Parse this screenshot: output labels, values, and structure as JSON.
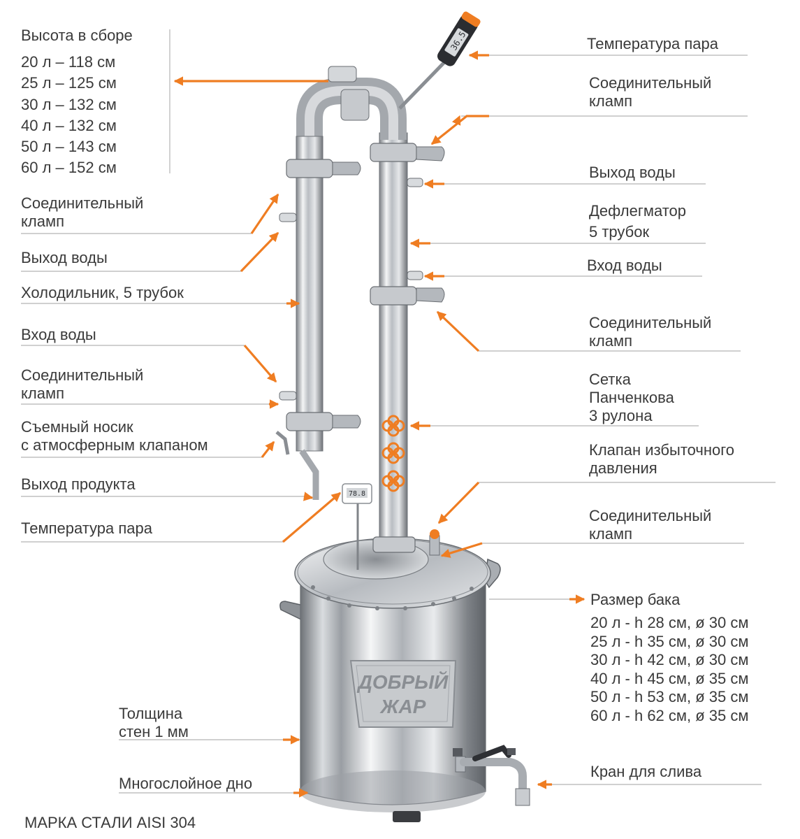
{
  "colors": {
    "arrow": "#ef7d22",
    "leader": "#b4b4b4",
    "text": "#3a3a3a",
    "steel_dark": "#8c8f94",
    "steel_light": "#eef0f2"
  },
  "left": {
    "height_title": "Высота в сборе",
    "heights": [
      "20 л – 118 см",
      "25 л – 125 см",
      "30 л – 132 см",
      "40 л – 132 см",
      "50 л – 143 см",
      "60 л – 152 см"
    ],
    "clamp1": [
      "Соединительный",
      "кламп"
    ],
    "water_out": "Выход воды",
    "cooler": "Холодильник, 5 трубок",
    "water_in": "Вход воды",
    "clamp2": [
      "Соединительный",
      "кламп"
    ],
    "spout": [
      "Съемный носик",
      "с атмосферным клапаном"
    ],
    "product_out": "Выход продукта",
    "steam_temp": "Температура пара",
    "wall": [
      "Толщина",
      "стен 1 мм"
    ],
    "bottom": "Многослойное дно",
    "steel_grade": "МАРКА СТАЛИ AISI 304"
  },
  "right": {
    "steam_temp": "Температура пара",
    "clamp_top": [
      "Соединительный",
      "кламп"
    ],
    "water_out": "Выход воды",
    "dephlegmator": [
      "Дефлегматор",
      "5 трубок"
    ],
    "water_in": "Вход воды",
    "clamp_mid": [
      "Соединительный",
      "кламп"
    ],
    "mesh": [
      "Сетка",
      "Панченкова",
      "3 рулона"
    ],
    "valve": [
      "Клапан избыточного",
      "давления"
    ],
    "clamp_low": [
      "Соединительный",
      "кламп"
    ],
    "tank_title": "Размер бака",
    "tank_sizes": [
      "20 л - h 28 см, ø 30 см",
      "25 л - h 35 см, ø 30 см",
      "30 л - h 42 см, ø 30 см",
      "40 л - h 45 см, ø 35 см",
      "50 л - h 53 см, ø 35 см",
      "60 л - h 62 см, ø 35 см"
    ],
    "drain": "Кран для слива"
  },
  "product": {
    "brand_line1": "ДОБРЫЙ",
    "brand_line2": "ЖАР",
    "thermo_display": "36.5",
    "probe_display": "78.8"
  }
}
